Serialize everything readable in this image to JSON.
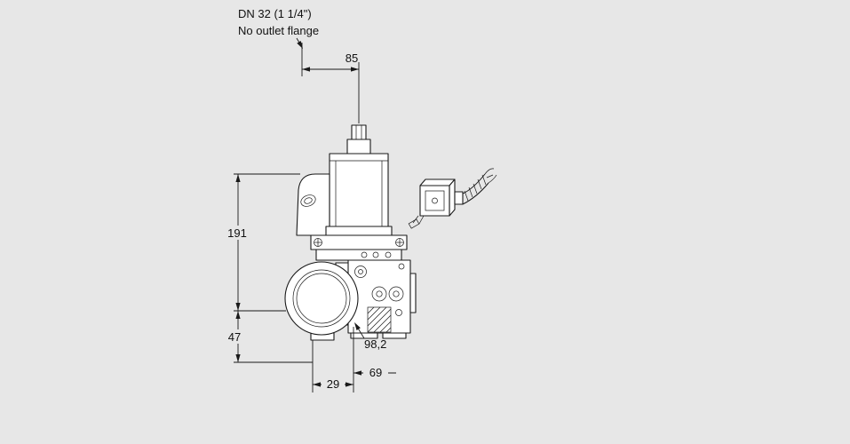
{
  "page": {
    "background_color": "#e7e7e7",
    "line_color": "#1a1a1a",
    "part_fill_color": "#ffffff"
  },
  "drawing": {
    "labels": {
      "size": "DN 32 (1 1/4\")",
      "note": "No outlet flange"
    },
    "dimensions": {
      "top_width": "85",
      "height_upper": "191",
      "height_lower": "47",
      "bottom_offset": "29",
      "bottom_width": "69",
      "body_width": "98,2"
    },
    "parts": {
      "coil": "solenoid-coil",
      "flange": "threaded-inlet-flange",
      "connector": "cable-plug-connector"
    }
  }
}
